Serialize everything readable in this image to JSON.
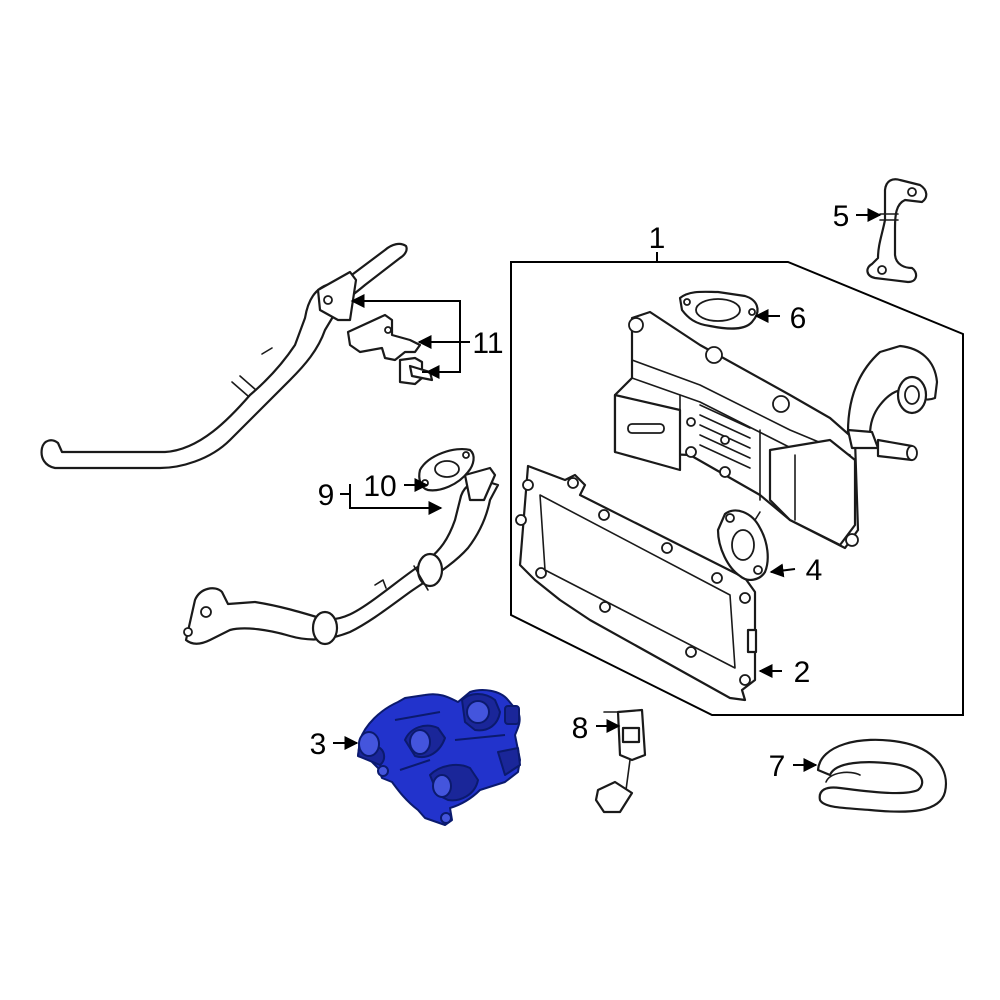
{
  "callouts": {
    "c1": "1",
    "c2": "2",
    "c3": "3",
    "c4": "4",
    "c5": "5",
    "c6": "6",
    "c7": "7",
    "c8": "8",
    "c9": "9",
    "c10": "10",
    "c11": "11"
  },
  "colors": {
    "highlight": "#2233cc",
    "highlight_dark": "#1a2699",
    "line": "#1a1a1a",
    "background": "#ffffff"
  },
  "highlighted_part": "3"
}
